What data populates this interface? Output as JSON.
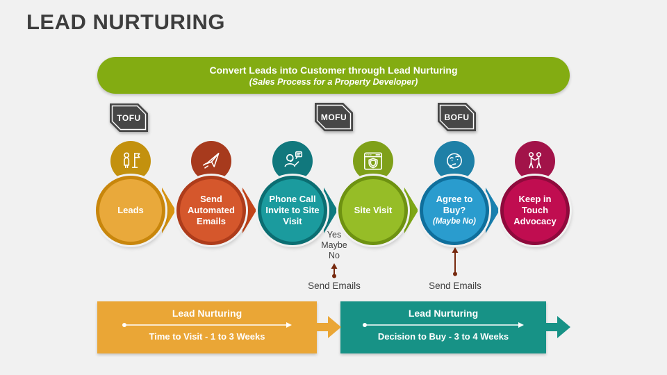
{
  "slide": {
    "title": "LEAD NURTURING",
    "background": "#F1F1F1"
  },
  "header_banner": {
    "line1": "Convert Leads into Customer through Lead Nurturing",
    "line2": "(Sales Process for a Property Developer)",
    "color": "#83AC12"
  },
  "funnel_tags": [
    {
      "label": "TOFU"
    },
    {
      "label": "MOFU"
    },
    {
      "label": "BOFU"
    }
  ],
  "steps": [
    {
      "label": "Leads",
      "icon": "person-flag-icon",
      "fill": "#E9A93B",
      "ring": "#C8860C",
      "small": "#C3910E",
      "chevron": "#D89411"
    },
    {
      "label": "Send Automated Emails",
      "icon": "paper-plane-icon",
      "fill": "#D5572C",
      "ring": "#AE3C1B",
      "small": "#A73A1D",
      "chevron": "#C24419"
    },
    {
      "label": "Phone Call Invite to Site Visit",
      "icon": "support-agent-icon",
      "fill": "#1B9B9E",
      "ring": "#0B6E72",
      "small": "#11787D",
      "chevron": "#0F7B80"
    },
    {
      "label": "Site Visit",
      "icon": "browser-shield-icon",
      "fill": "#96BD27",
      "ring": "#6E9211",
      "small": "#7FA019",
      "chevron": "#7EA715"
    },
    {
      "label": "Agree to Buy?",
      "sublabel": "(Maybe No)",
      "icon": "thinking-face-icon",
      "fill": "#2A9CCE",
      "ring": "#0F6F9C",
      "small": "#1E80A7",
      "chevron": "#1981B0"
    },
    {
      "label": "Keep in Touch Advocacy",
      "icon": "handshake-icon",
      "fill": "#C00D50",
      "ring": "#8E0A3C",
      "small": "#A21349"
    }
  ],
  "decision_options": [
    "Yes",
    "Maybe",
    "No"
  ],
  "email_arrows": [
    {
      "label": "Send Emails"
    },
    {
      "label": "Send Emails"
    }
  ],
  "arrow_color": "#77290E",
  "timelines": [
    {
      "title": "Lead Nurturing",
      "subtitle": "Time to Visit - 1 to 3 Weeks",
      "color": "#EAA636"
    },
    {
      "title": "Lead Nurturing",
      "subtitle": "Decision to Buy - 3 to 4 Weeks",
      "color": "#179286"
    }
  ]
}
